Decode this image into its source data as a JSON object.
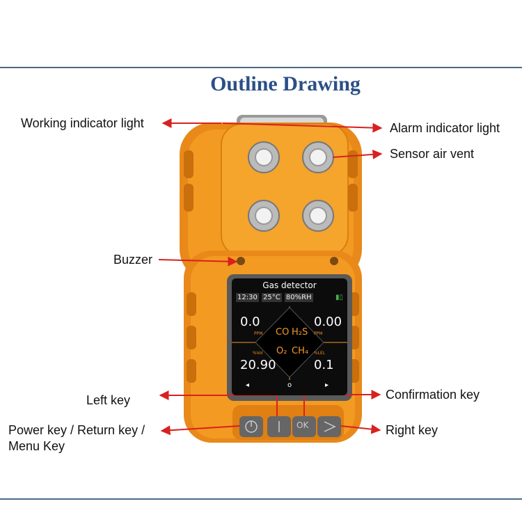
{
  "title": "Outline Drawing",
  "labels": {
    "working_indicator": "Working indicator light",
    "alarm_indicator": "Alarm indicator light",
    "sensor_vent": "Sensor air vent",
    "buzzer": "Buzzer",
    "left_key": "Left key",
    "confirmation_key": "Confirmation key",
    "power_key_line1": "Power key / Return key /",
    "power_key_line2": "Menu Key",
    "right_key": "Right key"
  },
  "screen": {
    "title": "Gas detector",
    "time": "12:30",
    "temp": "25°C",
    "humidity": "80%RH",
    "co_value": "0.0",
    "co_unit": "PPM",
    "h2s_value": "0.00",
    "h2s_unit": "PPM",
    "o2_value": "20.90",
    "o2_unit": "%Vol",
    "ch4_value": "0.1",
    "ch4_unit": "%LEL",
    "gas_co": "CO",
    "gas_h2s": "H₂S",
    "gas_o2": "O₂",
    "gas_ch4": "CH₄",
    "nav_left": "◂",
    "nav_center": "o",
    "nav_right": "▸"
  },
  "buttons": {
    "ok": "OK"
  },
  "colors": {
    "body": "#f0951e",
    "body_dark": "#d87a10",
    "arrow": "#d92020",
    "title": "#2b4f86"
  }
}
